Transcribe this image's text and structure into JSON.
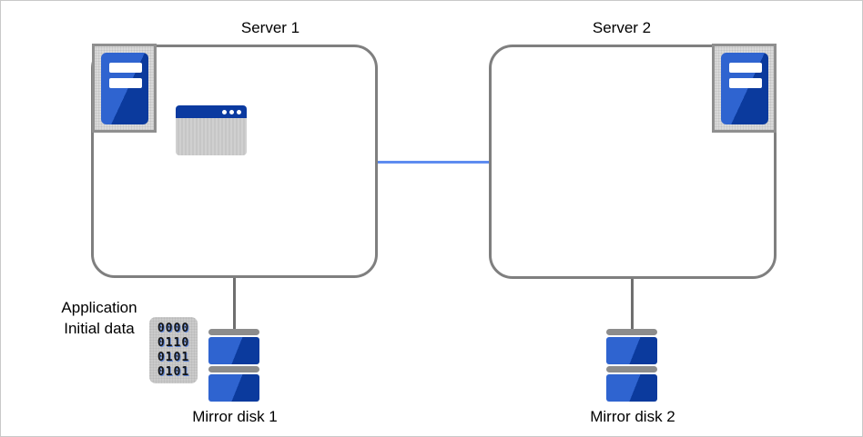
{
  "diagram": {
    "servers": [
      {
        "label": "Server 1"
      },
      {
        "label": "Server 2"
      }
    ],
    "application": {
      "label": "Application"
    },
    "initial_data": {
      "line1": "Application",
      "line2": "Initial data",
      "binary_rows": [
        "0000",
        "0110",
        "0101",
        "0101"
      ]
    },
    "mirror_disks": [
      {
        "label": "Mirror disk 1"
      },
      {
        "label": "Mirror disk 2"
      }
    ],
    "colors": {
      "dark_blue": "#0b3a9d",
      "light_blue": "#2f64d0",
      "interconnect_blue": "#5e8cf0",
      "connector_gray": "#6f6f6f",
      "box_border_gray": "#7f7f7f",
      "icon_frame_gray": "#dadada",
      "disk_cap_gray": "#8c8c8c"
    }
  }
}
